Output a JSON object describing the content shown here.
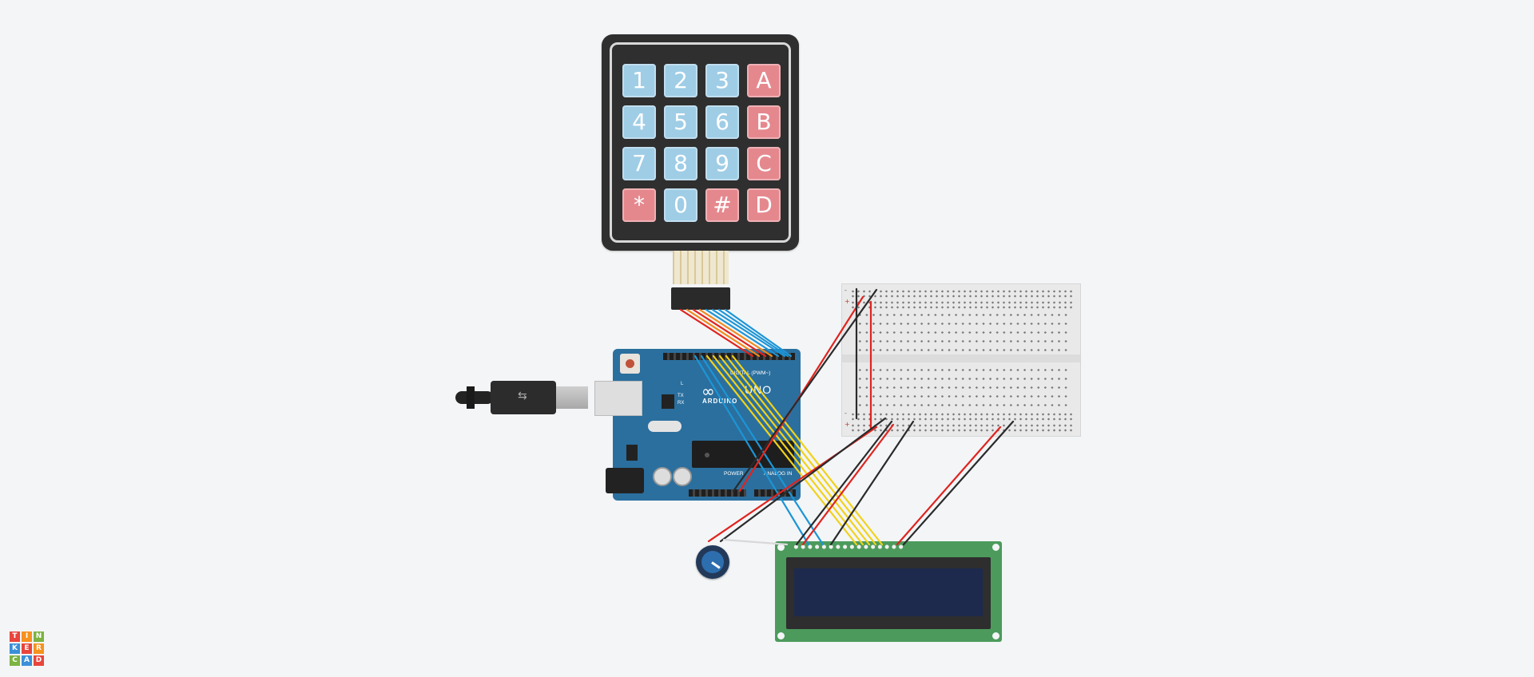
{
  "app": {
    "logo_letters": [
      "T",
      "I",
      "N",
      "K",
      "E",
      "R",
      "C",
      "A",
      "D"
    ]
  },
  "keypad": {
    "keys": [
      {
        "label": "1",
        "kind": "num"
      },
      {
        "label": "2",
        "kind": "num"
      },
      {
        "label": "3",
        "kind": "num"
      },
      {
        "label": "A",
        "kind": "sym"
      },
      {
        "label": "4",
        "kind": "num"
      },
      {
        "label": "5",
        "kind": "num"
      },
      {
        "label": "6",
        "kind": "num"
      },
      {
        "label": "B",
        "kind": "sym"
      },
      {
        "label": "7",
        "kind": "num"
      },
      {
        "label": "8",
        "kind": "num"
      },
      {
        "label": "9",
        "kind": "num"
      },
      {
        "label": "C",
        "kind": "sym"
      },
      {
        "label": "*",
        "kind": "sym"
      },
      {
        "label": "0",
        "kind": "num"
      },
      {
        "label": "#",
        "kind": "sym"
      },
      {
        "label": "D",
        "kind": "sym"
      }
    ]
  },
  "arduino": {
    "name": "ARDUINO",
    "model": "UNO",
    "logo_symbol": "∞",
    "digital_label": "DIGITAL (PWM~)",
    "power_label": "POWER",
    "analog_label": "ANALOG IN",
    "led_l": "L",
    "led_tx": "TX",
    "led_rx": "RX",
    "usb_symbol": "⇆"
  },
  "breadboard": {
    "plus_sign": "+",
    "minus_sign": "-"
  },
  "colors": {
    "background": "#f3f5f7",
    "wire_red": "#e0241f",
    "wire_black": "#2a2a2a",
    "wire_blue": "#1c95d6",
    "wire_yellow": "#f1d21a",
    "wire_orange": "#f08a1c",
    "logo_red": "#e8453c",
    "logo_orange": "#f6921e",
    "logo_green": "#7cb342",
    "logo_blue": "#3b8fd8"
  }
}
